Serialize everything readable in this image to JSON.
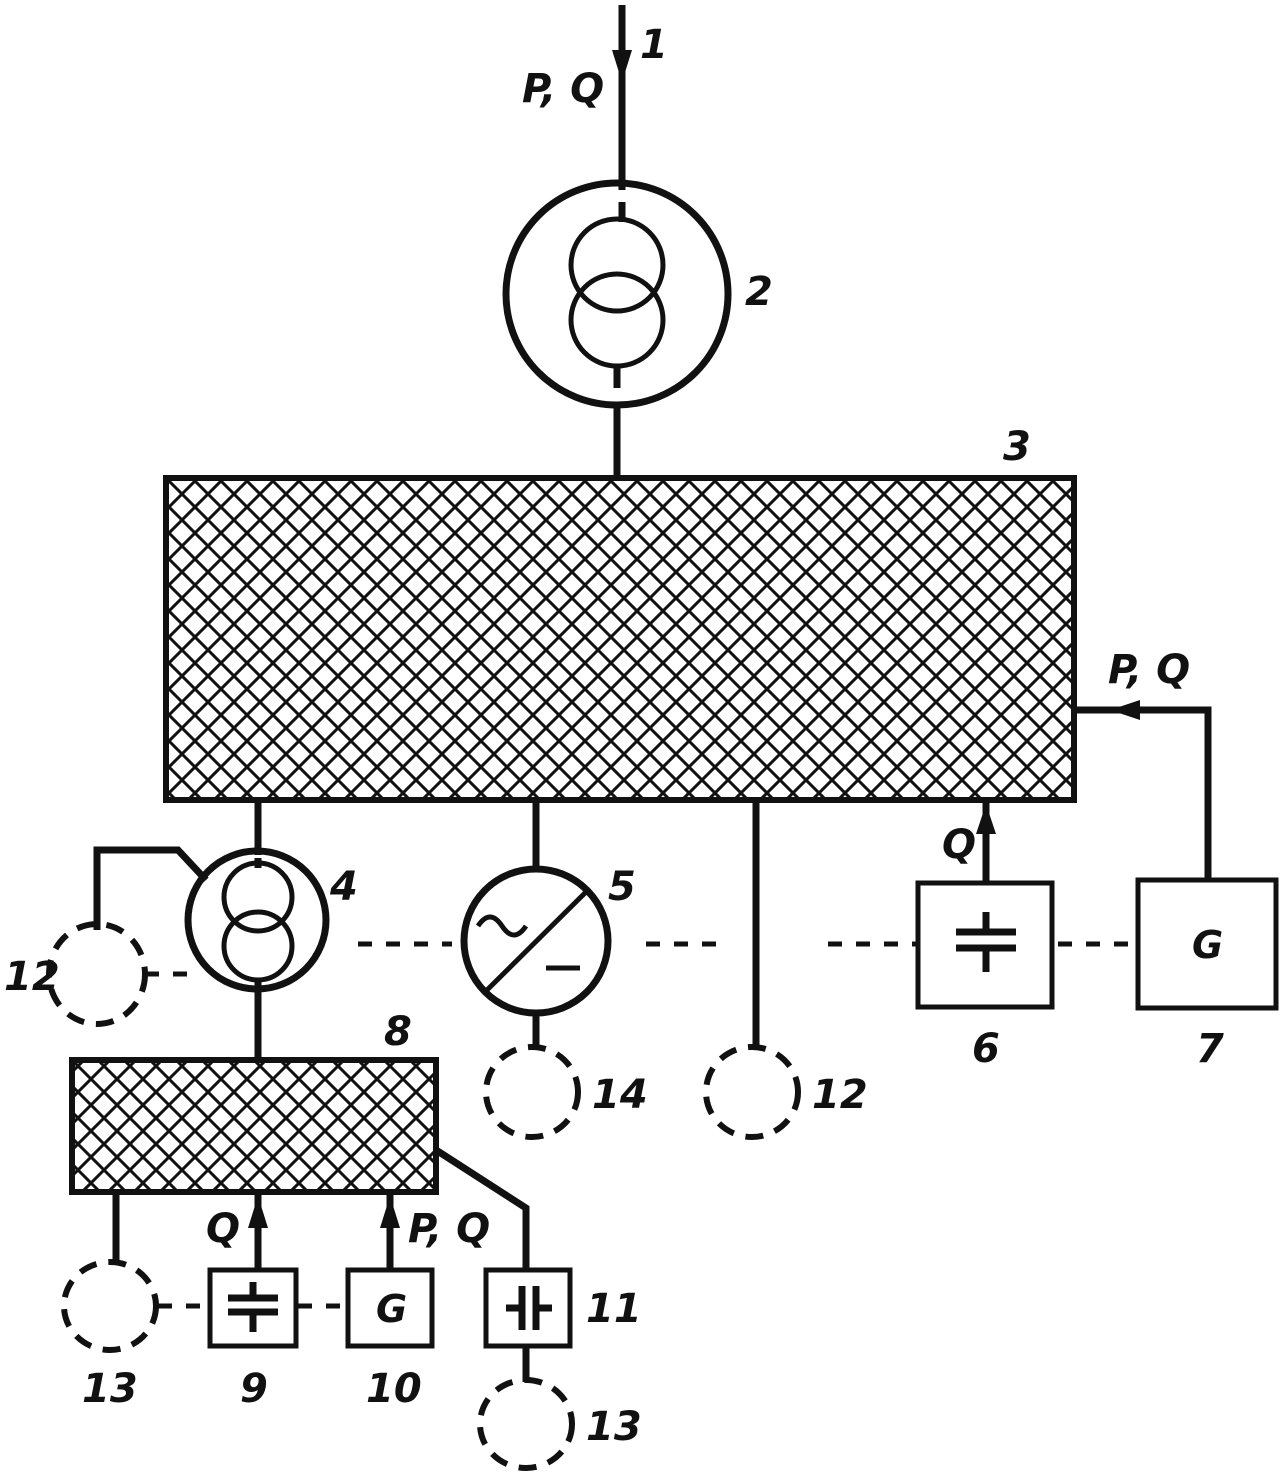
{
  "labels": {
    "n1": "1",
    "n2": "2",
    "n3": "3",
    "n4": "4",
    "n5": "5",
    "n6": "6",
    "n7": "7",
    "n8": "8",
    "n9": "9",
    "n10": "10",
    "n11": "11",
    "n12a": "12",
    "n12b": "12",
    "n13a": "13",
    "n13b": "13",
    "n14": "14"
  },
  "flows": {
    "top": "P, Q",
    "right": "P, Q",
    "compensator6": "Q",
    "compensator9": "Q",
    "generator10": "P, Q"
  },
  "blocks": {
    "generator7": "G",
    "generator10": "G"
  }
}
